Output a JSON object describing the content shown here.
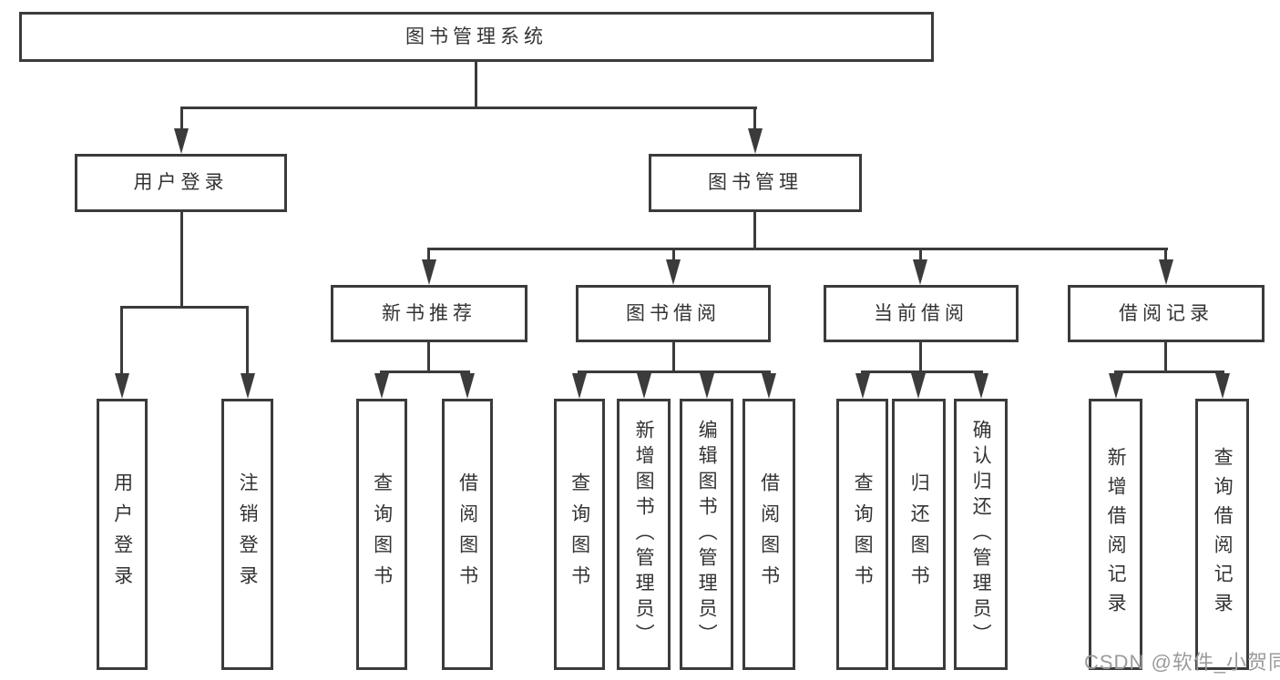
{
  "diagram": {
    "root_label": "图书管理系统",
    "branches": [
      {
        "label": "用户登录",
        "children": [
          "用户登录",
          "注销登录"
        ]
      },
      {
        "label": "图书管理",
        "groups": [
          {
            "label": "新书推荐",
            "children": [
              "查询图书",
              "借阅图书"
            ]
          },
          {
            "label": "图书借阅",
            "children": [
              "查询图书",
              "新增图书（管理员）",
              "编辑图书（管理员）",
              "借阅图书"
            ]
          },
          {
            "label": "当前借阅",
            "children": [
              "查询图书",
              "归还图书",
              "确认归还（管理员）"
            ]
          },
          {
            "label": "借阅记录",
            "children": [
              "新增借阅记录",
              "查询借阅记录"
            ]
          }
        ]
      }
    ]
  },
  "watermark": {
    "text": "CSDN @软件_小贺同学",
    "color": "#9b9b9b"
  },
  "colors": {
    "line": "#3b3b3b",
    "text": "#333333",
    "background": "#ffffff"
  }
}
